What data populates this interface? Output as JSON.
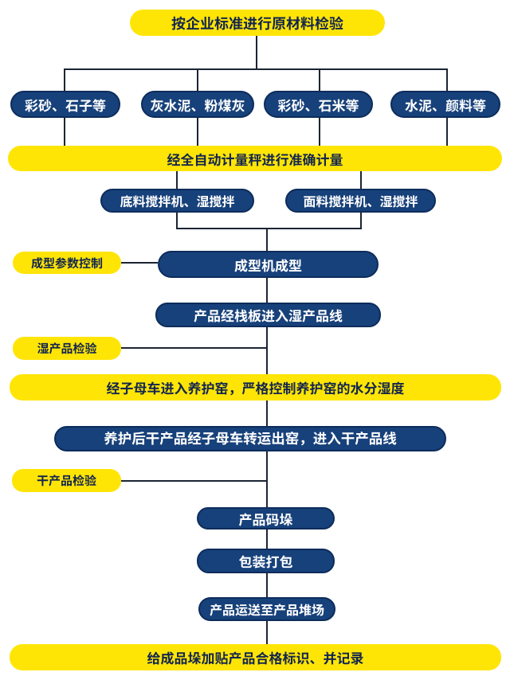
{
  "page": {
    "background": "#ffffff",
    "type": "process-flowchart"
  },
  "colors": {
    "yellow": "#ffe506",
    "blue_fill": "#17417a",
    "blue_border": "#0d2c5b",
    "text_on_yellow": "#13264e",
    "text_on_blue": "#ffffff",
    "connector": "#1c2433"
  },
  "flowchart": {
    "title": "按企业标准进行原材料检验",
    "materials": [
      {
        "label": "彩砂、石子等"
      },
      {
        "label": "灰水泥、粉煤灰"
      },
      {
        "label": "彩砂、石米等"
      },
      {
        "label": "水泥、颜料等"
      }
    ],
    "weighing": "经全自动计量秤进行准确计量",
    "mixers": [
      {
        "label": "底料搅拌机、湿搅拌"
      },
      {
        "label": "面料搅拌机、湿搅拌"
      }
    ],
    "forming_control": "成型参数控制",
    "forming": "成型机成型",
    "wet_line": "产品经栈板进入湿产品线",
    "wet_inspection": "湿产品检验",
    "curing": "经子母车进入养护窑，严格控制养护窑的水分湿度",
    "dry_line": "养护后干产品经子母车转运出窑，进入干产品线",
    "dry_inspection": "干产品检验",
    "stacking": "产品码垛",
    "packing": "包装打包",
    "transport": "产品运送至产品堆场",
    "labeling": "给成品垛加贴产品合格标识、并记录"
  }
}
